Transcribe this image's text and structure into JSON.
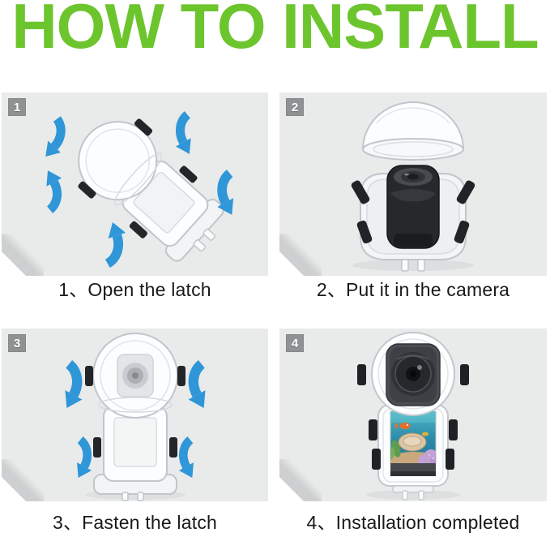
{
  "title": "HOW TO INSTALL",
  "steps": [
    {
      "badge": "1",
      "caption": "1、Open the latch",
      "illustration": "waterproof-case-tilted-latches-opening"
    },
    {
      "badge": "2",
      "caption": "2、Put it in the camera",
      "illustration": "dome-lid-removed-camera-placed-in-case"
    },
    {
      "badge": "3",
      "caption": "3、Fasten the latch",
      "illustration": "case-front-view-latches-fastening"
    },
    {
      "badge": "4",
      "caption": "4、Installation completed",
      "illustration": "camera-installed-in-case-underwater-screen"
    }
  ],
  "colors": {
    "title_green": "#6CC52D",
    "panel_background": "#E9EAEA",
    "badge_background": "#8F9193",
    "arrow_blue": "#2F96D8",
    "caption_text": "#191919"
  },
  "icons": {
    "step_arrow": "curved-blue-arrow"
  }
}
